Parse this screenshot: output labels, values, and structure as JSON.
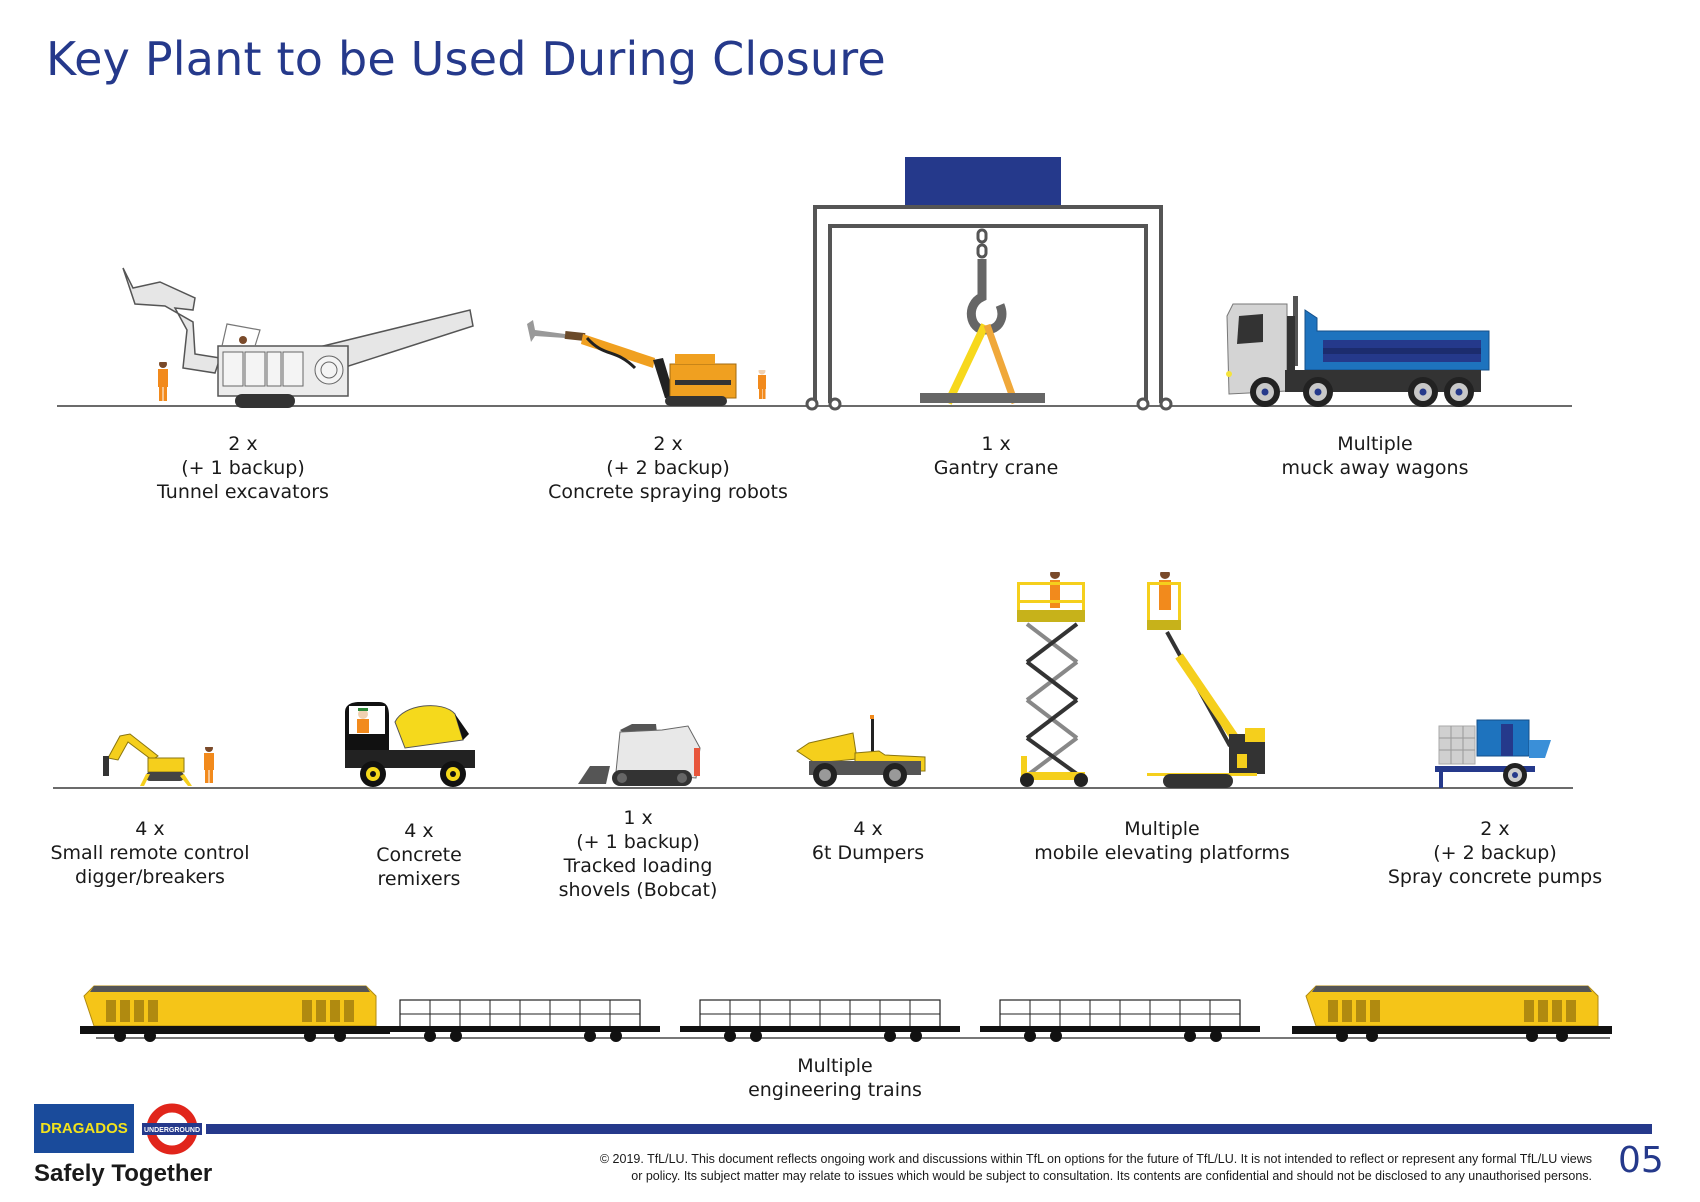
{
  "page": {
    "title": "Key Plant to be Used During Closure",
    "page_number": "05"
  },
  "colors": {
    "brand_blue": "#25398b",
    "hi_vis_orange": "#f28a1c",
    "plant_yellow": "#f5cf1c",
    "truck_blue": "#1e73be"
  },
  "row1": [
    {
      "name": "tunnel-excavators",
      "lines": [
        "2 x",
        "(+ 1 backup)",
        "Tunnel excavators"
      ]
    },
    {
      "name": "concrete-spraying-robots",
      "lines": [
        "2 x",
        "(+ 2 backup)",
        "Concrete spraying robots"
      ]
    },
    {
      "name": "gantry-crane",
      "lines": [
        "1 x",
        "Gantry crane"
      ]
    },
    {
      "name": "muck-away-wagons",
      "lines": [
        "Multiple",
        "muck away wagons"
      ]
    }
  ],
  "row2": [
    {
      "name": "remote-control-diggers",
      "lines": [
        "4 x",
        "Small remote control",
        "digger/breakers"
      ]
    },
    {
      "name": "concrete-remixers",
      "lines": [
        "4 x",
        "Concrete",
        "remixers"
      ]
    },
    {
      "name": "tracked-loading-shovels",
      "lines": [
        "1 x",
        "(+ 1 backup)",
        "Tracked loading",
        "shovels (Bobcat)"
      ]
    },
    {
      "name": "dumpers",
      "lines": [
        "4 x",
        "6t Dumpers"
      ]
    },
    {
      "name": "mobile-elevating-platforms",
      "lines": [
        "Multiple",
        "mobile elevating platforms"
      ]
    },
    {
      "name": "spray-concrete-pumps",
      "lines": [
        "2 x",
        "(+ 2 backup)",
        "Spray concrete pumps"
      ]
    }
  ],
  "trains": {
    "lines": [
      "Multiple",
      "engineering trains"
    ]
  },
  "footer": {
    "logo_dragados": "DRAGADOS",
    "logo_underground": "UNDERGROUND",
    "tagline": "Safely Together",
    "disclaimer_line1": "© 2019. TfL/LU. This document reflects ongoing work and discussions within TfL on options for the future of TfL/LU. It is not intended to reflect or represent any formal TfL/LU views",
    "disclaimer_line2": "or policy. Its subject matter may relate to issues which would be subject to consultation. Its contents are confidential and should not be disclosed to any unauthorised persons."
  }
}
